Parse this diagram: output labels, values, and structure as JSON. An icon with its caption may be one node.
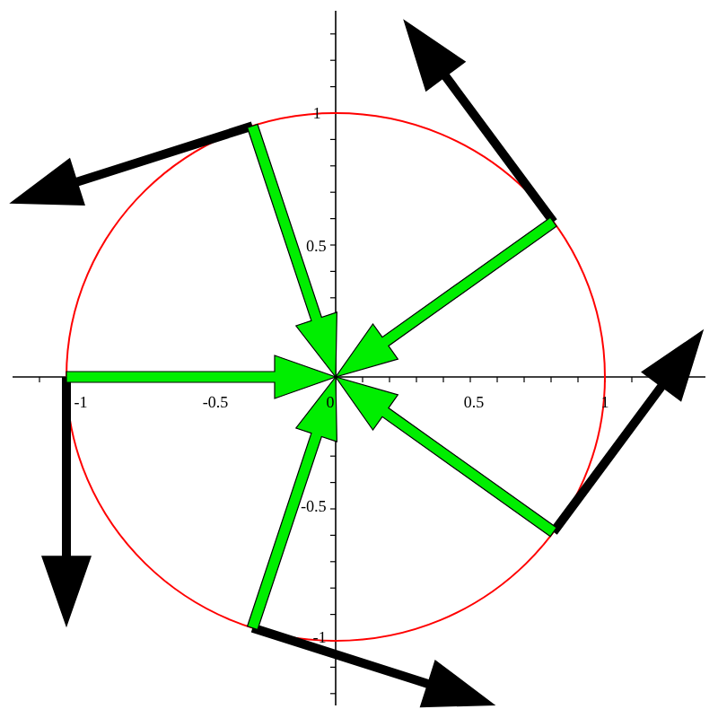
{
  "diagram": {
    "labels": [
      "1",
      "0.5",
      "-1",
      "-0.5",
      "0",
      "0.5",
      "1",
      "-0.5",
      "-1"
    ]
  }
}
